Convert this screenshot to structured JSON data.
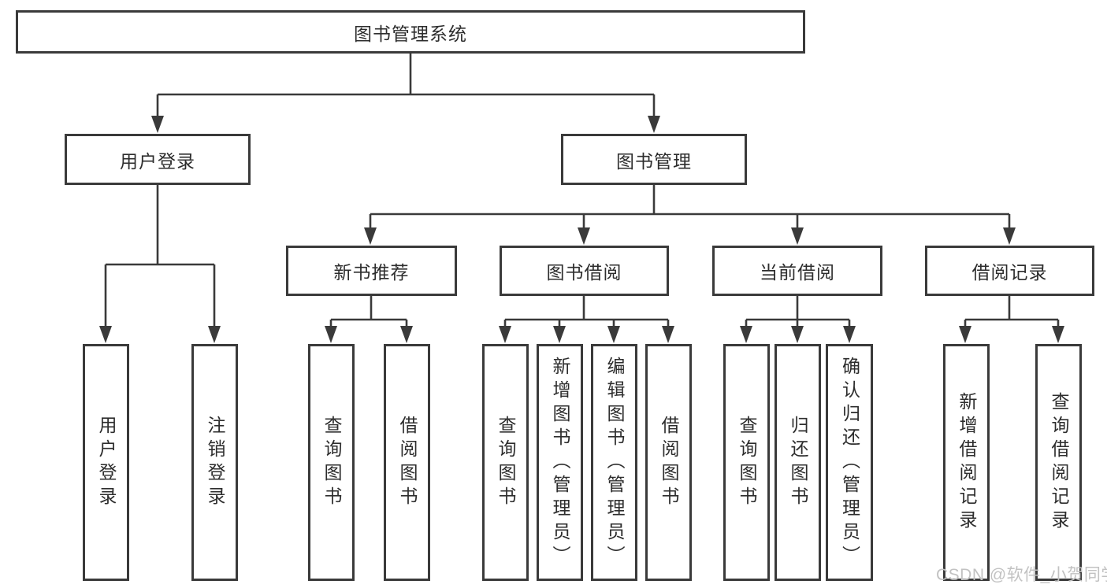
{
  "title": "图书管理系统",
  "tree": {
    "label": "图书管理系统",
    "children": [
      {
        "label": "用户登录",
        "children": [
          {
            "label": "用户登录"
          },
          {
            "label": "注销登录"
          }
        ]
      },
      {
        "label": "图书管理",
        "children": [
          {
            "label": "新书推荐",
            "children": [
              {
                "label": "查询图书"
              },
              {
                "label": "借阅图书"
              }
            ]
          },
          {
            "label": "图书借阅",
            "children": [
              {
                "label": "查询图书"
              },
              {
                "label": "新增图书（管理员）"
              },
              {
                "label": "编辑图书（管理员）"
              },
              {
                "label": "借阅图书"
              }
            ]
          },
          {
            "label": "当前借阅",
            "children": [
              {
                "label": "查询图书"
              },
              {
                "label": "归还图书"
              },
              {
                "label": "确认归还（管理员）"
              }
            ]
          },
          {
            "label": "借阅记录",
            "children": [
              {
                "label": "新增借阅记录"
              },
              {
                "label": "查询借阅记录"
              }
            ]
          }
        ]
      }
    ]
  },
  "watermark": "CSDN @软件_小贺同学",
  "colors": {
    "line": "#3a3a3a",
    "text": "#2d2d2d",
    "box_background": "#ffffff",
    "watermark": "#c2c2c2"
  }
}
